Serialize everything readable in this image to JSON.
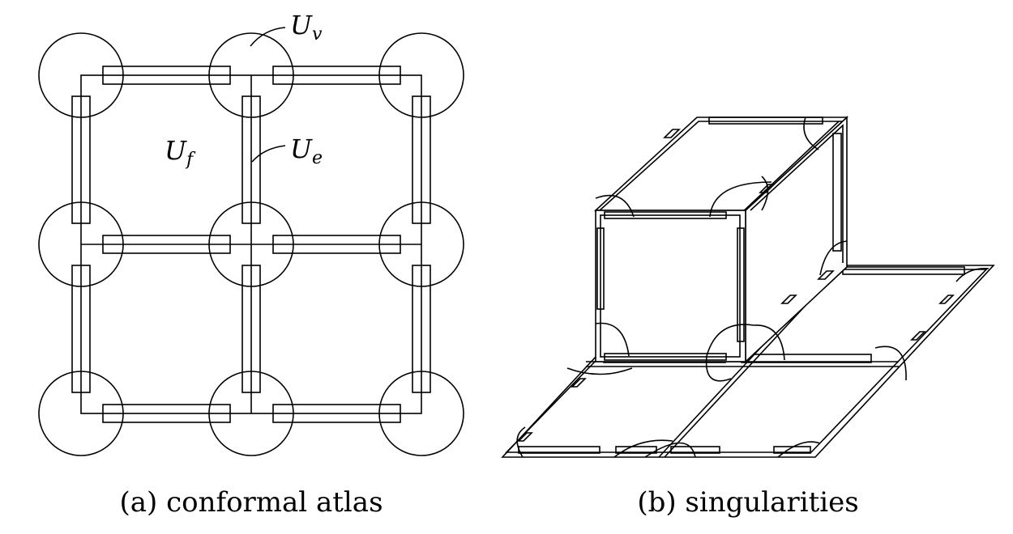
{
  "panel_a": {
    "caption": "(a) conformal atlas",
    "labels": {
      "vertex": {
        "base": "U",
        "sub": "v"
      },
      "face": {
        "base": "U",
        "sub": "f"
      },
      "edge": {
        "base": "U",
        "sub": "e"
      }
    }
  },
  "panel_b": {
    "caption": "(b) singularities"
  }
}
